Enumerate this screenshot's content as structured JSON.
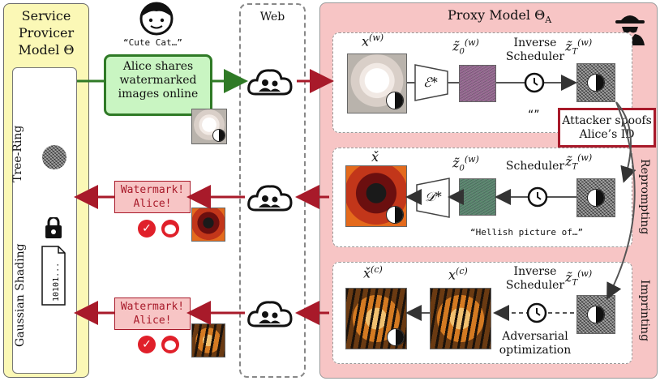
{
  "service": {
    "title_lines": [
      "Service",
      "Provicer",
      "Model Θ"
    ],
    "tree_ring": "Tree-Ring",
    "gaussian_shading": "Gaussian Shading",
    "binary_doc": "10101..."
  },
  "user": {
    "prompt": "“Cute Cat…”"
  },
  "alice_box": {
    "lines": [
      "Alice shares",
      "watermarked",
      "images online"
    ]
  },
  "web": {
    "title": "Web"
  },
  "proxy": {
    "title": "Proxy Model Θ",
    "title_sub": "A"
  },
  "attacker_box": {
    "lines": [
      "Attacker spoofs",
      "Alice’s ID"
    ]
  },
  "watermark_msg": {
    "lines": [
      "Watermark!",
      "Alice!"
    ],
    "check": "✓"
  },
  "row1": {
    "x_label": "x",
    "x_sup": "(w)",
    "encoder": "ℰ*",
    "z0_label": "z̃",
    "z0_sub": "0",
    "z0_sup": "(w)",
    "scheduler_lines": [
      "Inverse",
      "Scheduler"
    ],
    "zt_label": "z̃",
    "zt_sub": "T",
    "zt_sup": "(w)",
    "prompt": "“”"
  },
  "row2": {
    "x_label": "x̌",
    "decoder": "𝒟*",
    "z0_label": "z̃",
    "z0_sub": "0",
    "z0_sup": "(w)",
    "scheduler": "Scheduler",
    "zt_label": "z̃",
    "zt_sub": "T",
    "zt_sup": "(w)",
    "prompt": "“Hellish picture of…”",
    "side_label": "Reprompting"
  },
  "row3": {
    "xc_hat_label": "x̌",
    "xc_hat_sup": "(c)",
    "xc_label": "x",
    "xc_sup": "(c)",
    "scheduler_lines": [
      "Inverse",
      "Scheduler"
    ],
    "zt_label": "z̃",
    "zt_sub": "T",
    "zt_sup": "(w)",
    "adv_lines": [
      "Adversarial",
      "optimization"
    ],
    "side_label": "Imprinting"
  },
  "colors": {
    "green": "#2f7a26",
    "red": "#a81a2a",
    "panel_yellow": "#fbf8b6",
    "panel_pink": "#f7c5c5"
  }
}
